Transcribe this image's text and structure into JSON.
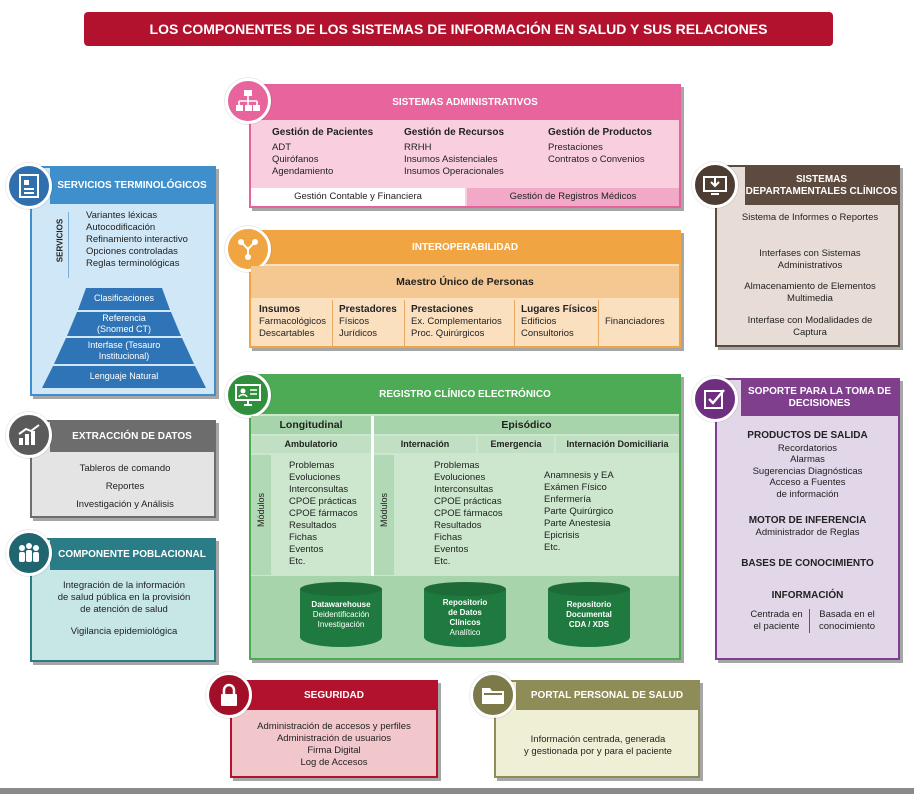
{
  "title": "LOS COMPONENTES DE LOS SISTEMAS DE INFORMACIÓN EN SALUD Y SUS RELACIONES",
  "admin": {
    "title": "SISTEMAS ADMINISTRATIVOS",
    "col1": {
      "head": "Gestión de Pacientes",
      "items": [
        "ADT",
        "Quirófanos",
        "Agendamiento"
      ]
    },
    "col2": {
      "head": "Gestión de Recursos",
      "items": [
        "RRHH",
        "Insumos Asistenciales",
        "Insumos Operacionales"
      ]
    },
    "col3": {
      "head": "Gestión de Productos",
      "items": [
        "Prestaciones",
        "Contratos o Convenios"
      ]
    },
    "foot1": "Gestión Contable y Financiera",
    "foot2": "Gestión de Registros Médicos"
  },
  "term": {
    "title": "SERVICIOS TERMINOLÓGICOS",
    "side": "SERVICIOS",
    "items": [
      "Variantes léxicas",
      "Autocodificación",
      "Refinamiento interactivo",
      "Opciones controladas",
      "Reglas terminológicas"
    ],
    "pyr": [
      "Clasificaciones",
      "Referencia (Snomed CT)",
      "Interfase (Tesauro Institucional)",
      "Lenguaje Natural"
    ]
  },
  "dept": {
    "title": "SISTEMAS DEPARTAMENTALES CLÍNICOS",
    "items": [
      "Sistema de Informes o Reportes",
      "Interfases con Sistemas Administrativos",
      "Almacenamiento de Elementos Multimedia",
      "Interfase con Modalidades de Captura"
    ]
  },
  "inter": {
    "title": "INTEROPERABILIDAD",
    "master": "Maestro Único de Personas",
    "cols": [
      {
        "head": "Insumos",
        "items": [
          "Farmacológicos",
          "Descartables"
        ]
      },
      {
        "head": "Prestadores",
        "items": [
          "Físicos",
          "Jurídicos"
        ]
      },
      {
        "head": "Prestaciones",
        "items": [
          "Ex. Complementarios",
          "Proc. Quirúrgicos"
        ]
      },
      {
        "head": "Lugares Físicos",
        "items": [
          "Edificios",
          "Consultorios"
        ]
      },
      {
        "head": "",
        "items": [
          "Financiadores"
        ]
      }
    ]
  },
  "extr": {
    "title": "EXTRACCIÓN DE DATOS",
    "items": [
      "Tableros de comando",
      "Reportes",
      "Investigación y Análisis"
    ]
  },
  "rce": {
    "title": "REGISTRO CLÍNICO ELECTRÓNICO",
    "long": "Longitudinal",
    "epi": "Episódico",
    "amb": "Ambulatorio",
    "int": "Internación",
    "emer": "Emergencia",
    "dom": "Internación Domiciliaria",
    "mod": "Módulos",
    "list1": [
      "Problemas",
      "Evoluciones",
      "Interconsultas",
      "CPOE prácticas",
      "CPOE fármacos",
      "Resultados",
      "Fichas",
      "Eventos",
      "Etc."
    ],
    "list2": [
      "Problemas",
      "Evoluciones",
      "Interconsultas",
      "CPOE prácticas",
      "CPOE fármacos",
      "Resultados",
      "Fichas",
      "Eventos",
      "Etc."
    ],
    "list3": [
      "Anamnesis y EA",
      "Exámen Físico",
      "Enfermería",
      "Parte Quirúrgico",
      "Parte Anestesia",
      "Epicrisis",
      "Etc."
    ],
    "cyl1": [
      "Datawarehouse",
      "Deidentificación",
      "Investigación"
    ],
    "cyl2": [
      "Repositorio",
      "de Datos",
      "Clínicos",
      "Analítico"
    ],
    "cyl3": [
      "Repositorio",
      "Documental",
      "CDA / XDS"
    ]
  },
  "dec": {
    "title": "SOPORTE PARA LA TOMA DE DECISIONES",
    "prod": "PRODUCTOS DE SALIDA",
    "prod_items": [
      "Recordatorios",
      "Alarmas",
      "Sugerencias Diagnósticas",
      "Acceso a Fuentes",
      "de información"
    ],
    "motor": "MOTOR DE INFERENCIA",
    "motor_item": "Administrador de Reglas",
    "bases": "BASES DE CONOCIMIENTO",
    "info": "INFORMACIÓN",
    "info_l": [
      "Centrada en",
      "el paciente"
    ],
    "info_r": [
      "Basada en el",
      "conocimiento"
    ]
  },
  "pob": {
    "title": "COMPONENTE POBLACIONAL",
    "items": [
      "Integración de la información",
      "de salud pública en la provisión",
      "de atención de salud"
    ],
    "item2": "Vigilancia epidemiológica"
  },
  "seg": {
    "title": "SEGURIDAD",
    "items": [
      "Administración de accesos y perfiles",
      "Administración de usuarios",
      "Firma Digital",
      "Log de Accesos"
    ]
  },
  "portal": {
    "title": "PORTAL PERSONAL DE SALUD",
    "items": [
      "Información centrada, generada",
      "y gestionada por y para el paciente"
    ]
  }
}
